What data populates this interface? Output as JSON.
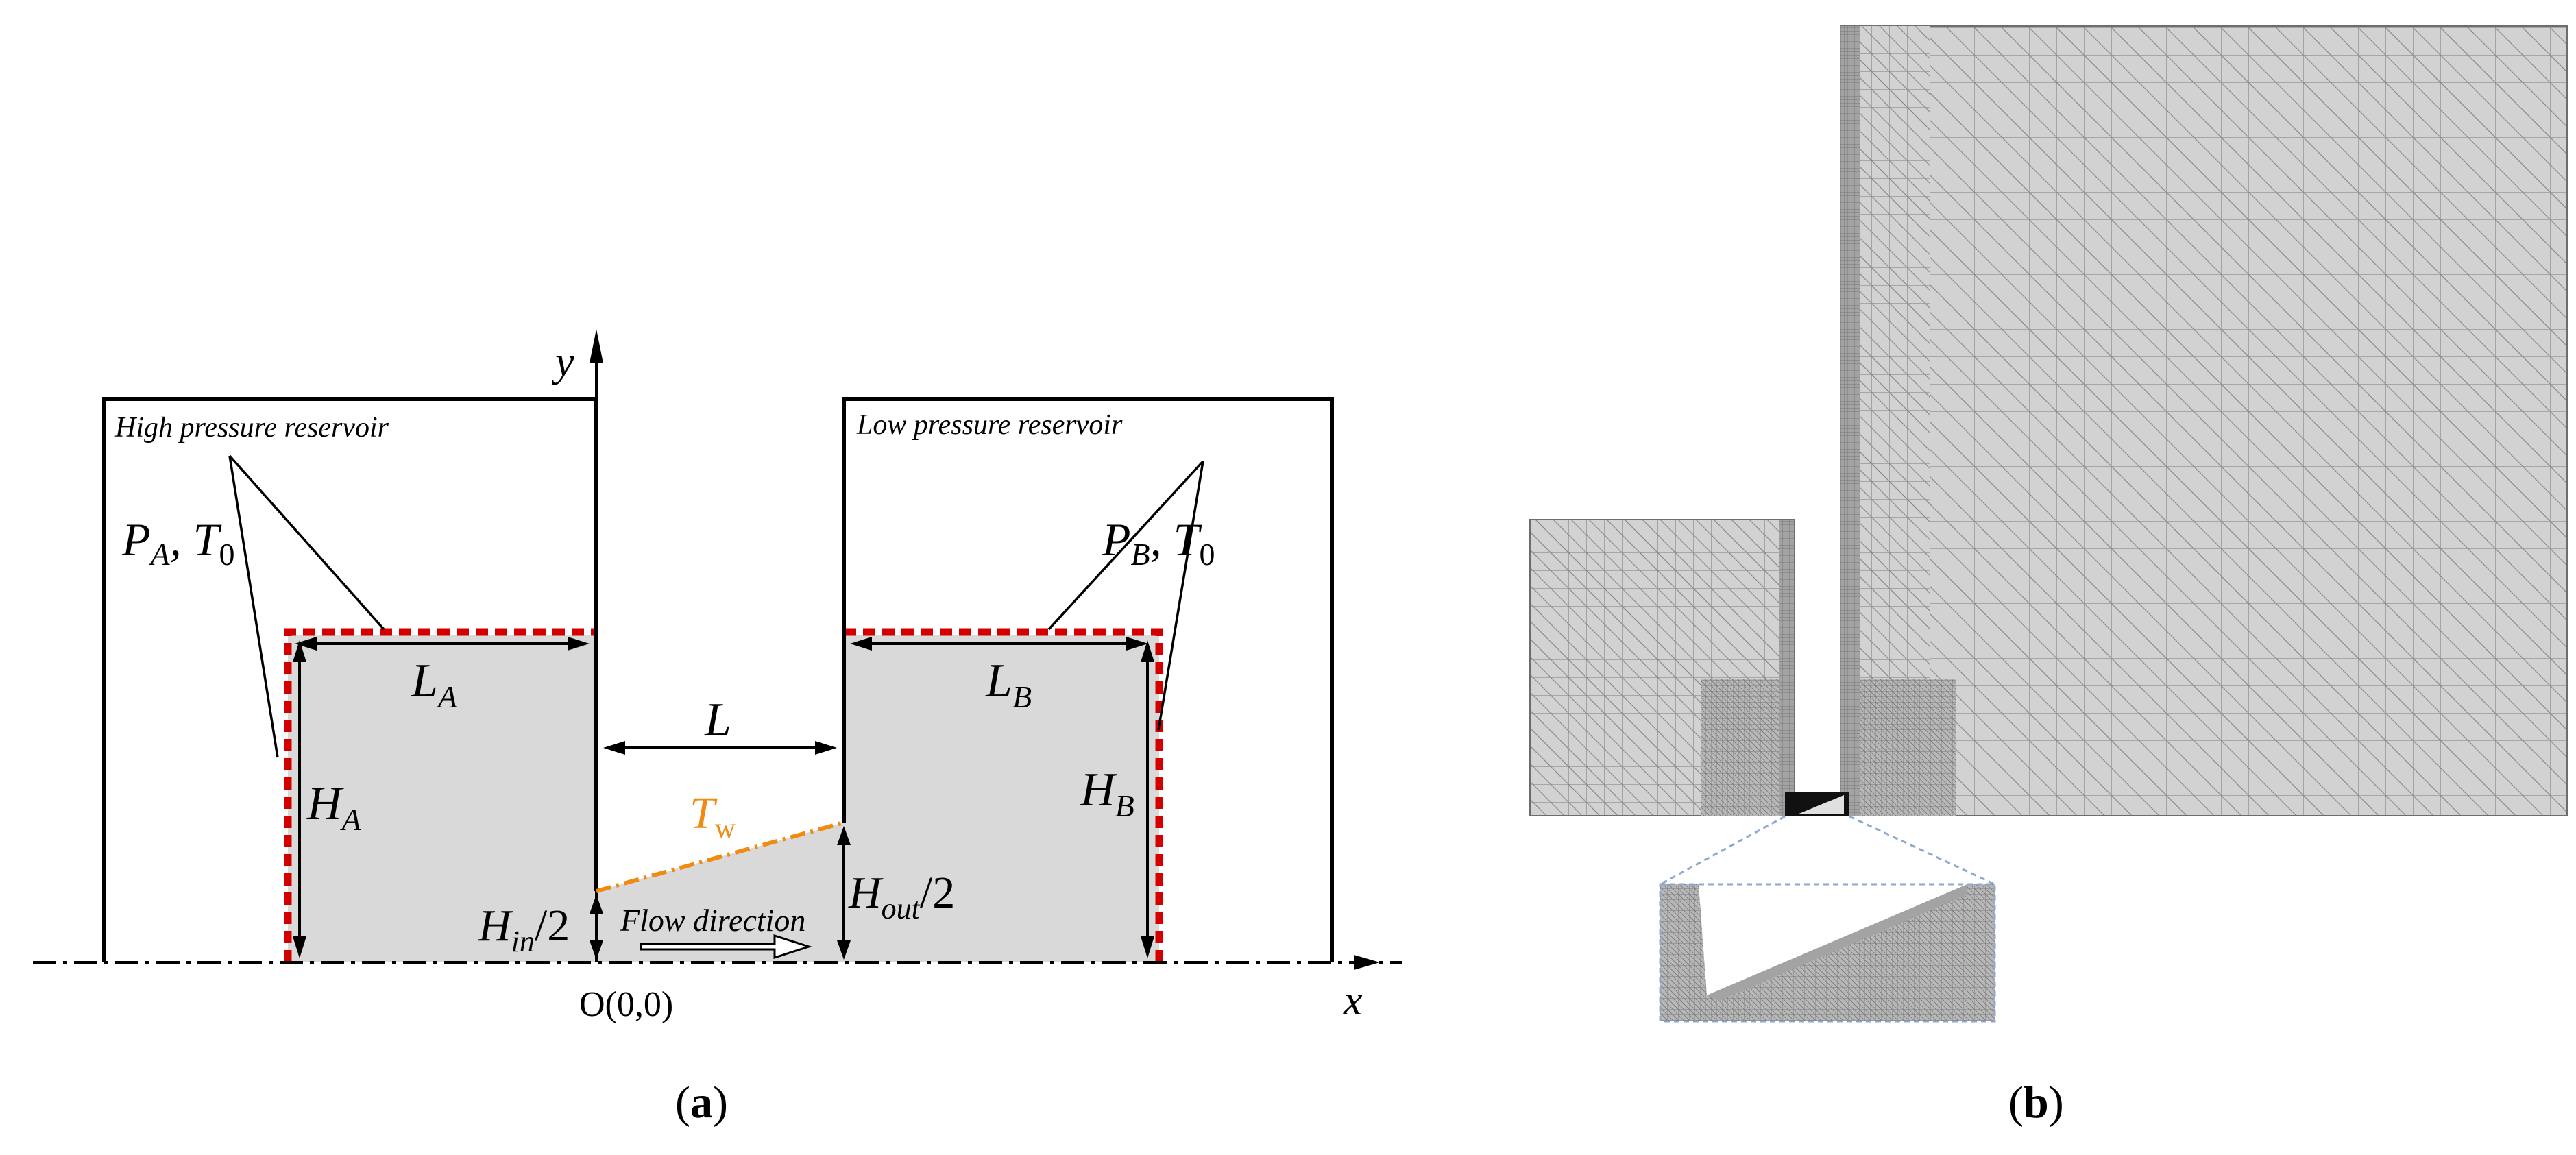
{
  "panel_a": {
    "caption_open": "(",
    "caption_letter": "a",
    "caption_close": ")",
    "axis_y": "y",
    "axis_x": "x",
    "origin_label": "O(0,0)",
    "high_reservoir_label": "High pressure reservoir",
    "low_reservoir_label": "Low pressure reservoir",
    "pa_label": {
      "p": "P",
      "sub": "A",
      "sep": ", ",
      "t": "T",
      "tsub": "0"
    },
    "pb_label": {
      "p": "P",
      "sub": "B",
      "sep": ", ",
      "t": "T",
      "tsub": "0"
    },
    "la_label": {
      "main": "L",
      "sub": "A"
    },
    "lb_label": {
      "main": "L",
      "sub": "B"
    },
    "l_label": "L",
    "ha_label": {
      "main": "H",
      "sub": "A"
    },
    "hb_label": {
      "main": "H",
      "sub": "B"
    },
    "tw_label": {
      "main": "T",
      "sub": "w"
    },
    "hin_label": {
      "main": "H",
      "sub": "in",
      "suffix": "/2"
    },
    "hout_label": {
      "main": "H",
      "sub": "out",
      "suffix": "/2"
    },
    "flow_label": "Flow direction",
    "colors": {
      "boundary": "#d40000",
      "wall_temp": "#f08a10",
      "region_fill": "#d9d9d9",
      "line": "#000000"
    }
  },
  "panel_b": {
    "caption_open": "(",
    "caption_letter": "b",
    "caption_close": ")",
    "colors": {
      "mesh_fill": "#d2d2d2",
      "mesh_line": "#8c8c8c",
      "inset_border": "#8fa8d0"
    }
  }
}
